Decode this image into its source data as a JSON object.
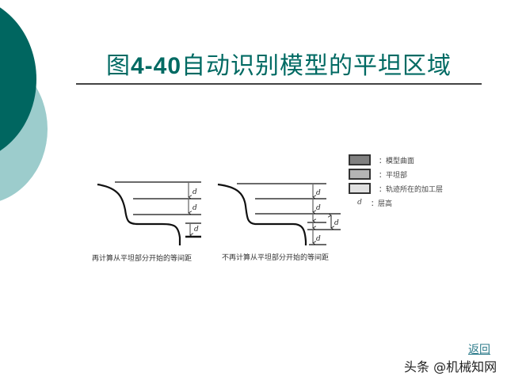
{
  "slide": {
    "title_prefix": "图",
    "title_number": "4-40",
    "title_text": "自动识别模型的平坦区域",
    "accent_color": "#006a63"
  },
  "figure": {
    "left": {
      "caption": "再计算从平坦部分开始的等间距",
      "labels": [
        "d",
        "d",
        "d"
      ]
    },
    "right": {
      "caption": "不再计算从平坦部分开始的等间距",
      "labels": [
        "d",
        "d",
        "d",
        "d"
      ]
    }
  },
  "legend": {
    "items": [
      {
        "label": "：模型曲面",
        "color": "#808080"
      },
      {
        "label": "：平坦部",
        "color": "#b4b4b4"
      },
      {
        "label": "：轨迹所在的加工层",
        "color": "#e0e0e0"
      },
      {
        "symbol": "d",
        "label": "：层高"
      }
    ]
  },
  "nav": {
    "back_label": "返回"
  },
  "watermark": {
    "text": "头条 @机械知网"
  }
}
